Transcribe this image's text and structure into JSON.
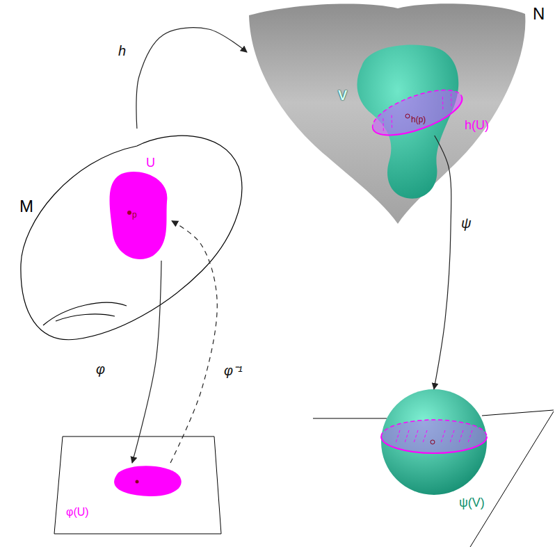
{
  "diagram": {
    "nodes": [
      {
        "text": [
          "M"
        ]
      },
      {
        "text": [
          "U",
          "p"
        ],
        "in": 0
      },
      {
        "text": [
          "φ(U)"
        ]
      },
      {
        "text": [
          "N"
        ]
      },
      {
        "text": [
          "V"
        ],
        "in": 3
      },
      {
        "text": [
          "h(U)",
          "h(p)"
        ],
        "in": 4
      },
      {
        "text": [
          "ψ(V)"
        ]
      }
    ],
    "edges": [
      {
        "from": 0,
        "to": 3,
        "arrow": "to",
        "label": "h"
      },
      {
        "from": 1,
        "to": 2,
        "arrow": "to",
        "label": "φ"
      },
      {
        "from": 2,
        "to": 1,
        "arrow": "to",
        "label": "φ⁻¹"
      },
      {
        "from": 5,
        "to": 6,
        "arrow": "to",
        "label": "ψ"
      }
    ]
  }
}
